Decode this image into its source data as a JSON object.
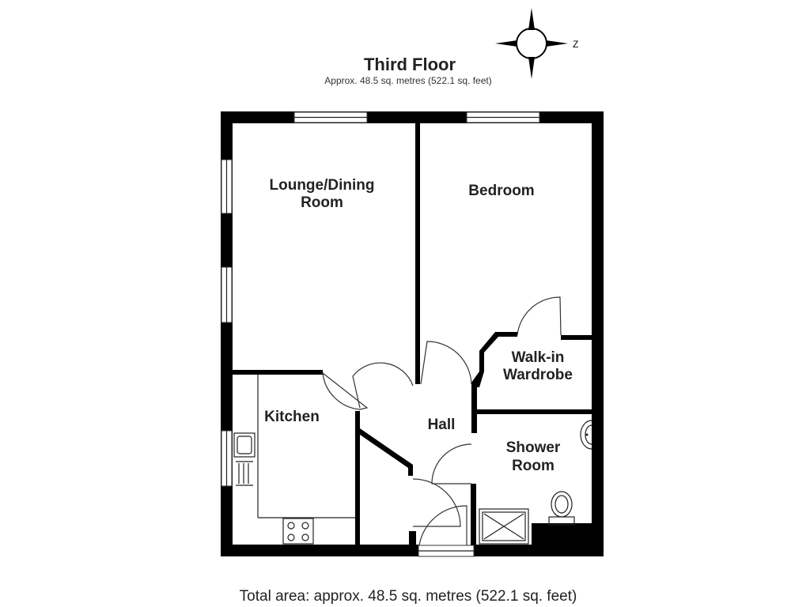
{
  "floor": {
    "title": "Third Floor",
    "subtitle": "Approx. 48.5 sq. metres (522.1 sq. feet)"
  },
  "compass": {
    "label": "Z"
  },
  "rooms": {
    "lounge": {
      "line1": "Lounge/Dining",
      "line2": "Room"
    },
    "bedroom": {
      "label": "Bedroom"
    },
    "wardrobe": {
      "line1": "Walk-in",
      "line2": "Wardrobe"
    },
    "kitchen": {
      "label": "Kitchen"
    },
    "hall": {
      "label": "Hall"
    },
    "shower": {
      "line1": "Shower",
      "line2": "Room"
    }
  },
  "footer": {
    "text": "Total area: approx. 48.5 sq. metres (522.1 sq. feet)"
  }
}
